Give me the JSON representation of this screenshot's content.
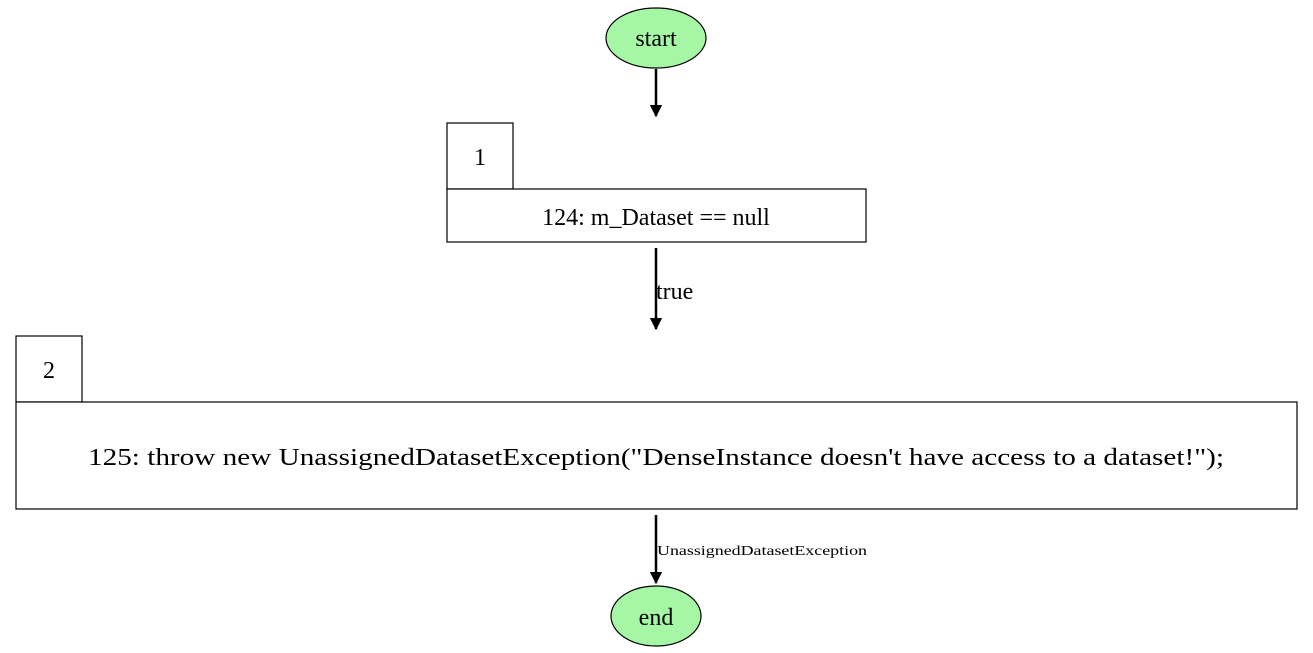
{
  "colors": {
    "terminal_fill": "#a5f7a5",
    "stroke": "#000000",
    "box_fill": "#ffffff"
  },
  "nodes": {
    "start": {
      "label": "start"
    },
    "end": {
      "label": "end"
    },
    "block1": {
      "id_label": "1",
      "code": "124: m_Dataset == null"
    },
    "block2": {
      "id_label": "2",
      "code": "125: throw new UnassignedDatasetException(\"DenseInstance doesn't have access to a dataset!\");"
    }
  },
  "edges": {
    "start_to_1": {
      "label": ""
    },
    "one_to_2": {
      "label": "true"
    },
    "two_to_end": {
      "label": "UnassignedDatasetException"
    }
  }
}
